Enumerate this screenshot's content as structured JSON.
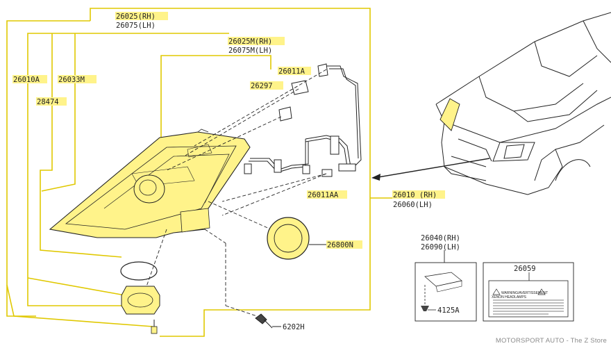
{
  "labels": {
    "assembly_rh": "26025(RH)",
    "assembly_lh": "26075(LH)",
    "housing_rh": "26025M(RH)",
    "housing_lh": "26075M(LH)",
    "bulb_socket": "26011A",
    "bulb": "26297",
    "cap_a": "26010A",
    "seal_m": "26033M",
    "bracket": "28474",
    "harness": "26011AA",
    "headlamp_rh": "26010 (RH)",
    "headlamp_lh": "26060(LH)",
    "cover": "26800N",
    "clip_rh": "26040(RH)",
    "clip_lh": "26090(LH)",
    "screw": "4125A",
    "caution_label": "26059",
    "bolt": "6202H",
    "warning_text": "WARNING/AVERTISSEMENT",
    "warning_sub": "XENON HEADLAMPS"
  },
  "watermark": "MOTORSPORT AUTO - The Z Store",
  "colors": {
    "highlight": "#fff38a",
    "highlight_stroke": "#e0c800",
    "line": "#222222"
  }
}
